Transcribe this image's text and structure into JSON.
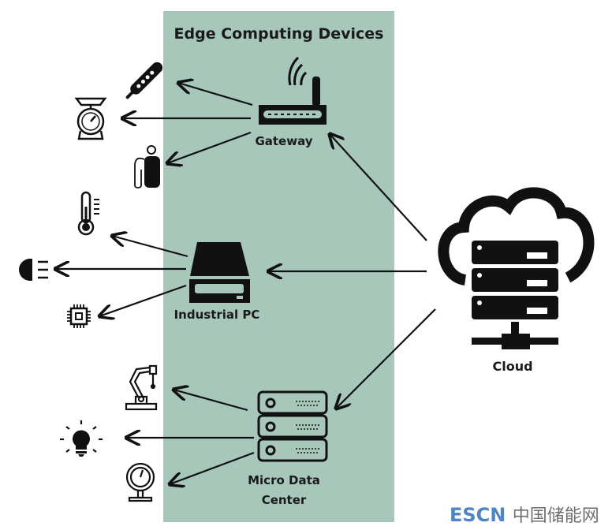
{
  "panel": {
    "title": "Edge Computing Devices",
    "color": "#a6c7b9"
  },
  "edge_devices": [
    {
      "name": "Gateway",
      "icon": "router-icon",
      "targets": [
        "thermometer-probe-icon",
        "weighing-scale-icon",
        "gas-cylinder-icon"
      ]
    },
    {
      "name": "Industrial PC",
      "icon": "industrial-pc-icon",
      "targets": [
        "thermometer-icon",
        "headlight-icon",
        "microchip-icon"
      ]
    },
    {
      "name": "Micro Data Center",
      "name_lines": [
        "Micro Data",
        "Center"
      ],
      "icon": "server-rack-icon",
      "targets": [
        "robot-arm-icon",
        "light-bulb-icon",
        "pressure-gauge-icon"
      ]
    }
  ],
  "cloud": {
    "label": "Cloud",
    "icon": "cloud-server-icon"
  },
  "watermark": {
    "latin": "ESCN",
    "cjk": "中国储能网"
  }
}
